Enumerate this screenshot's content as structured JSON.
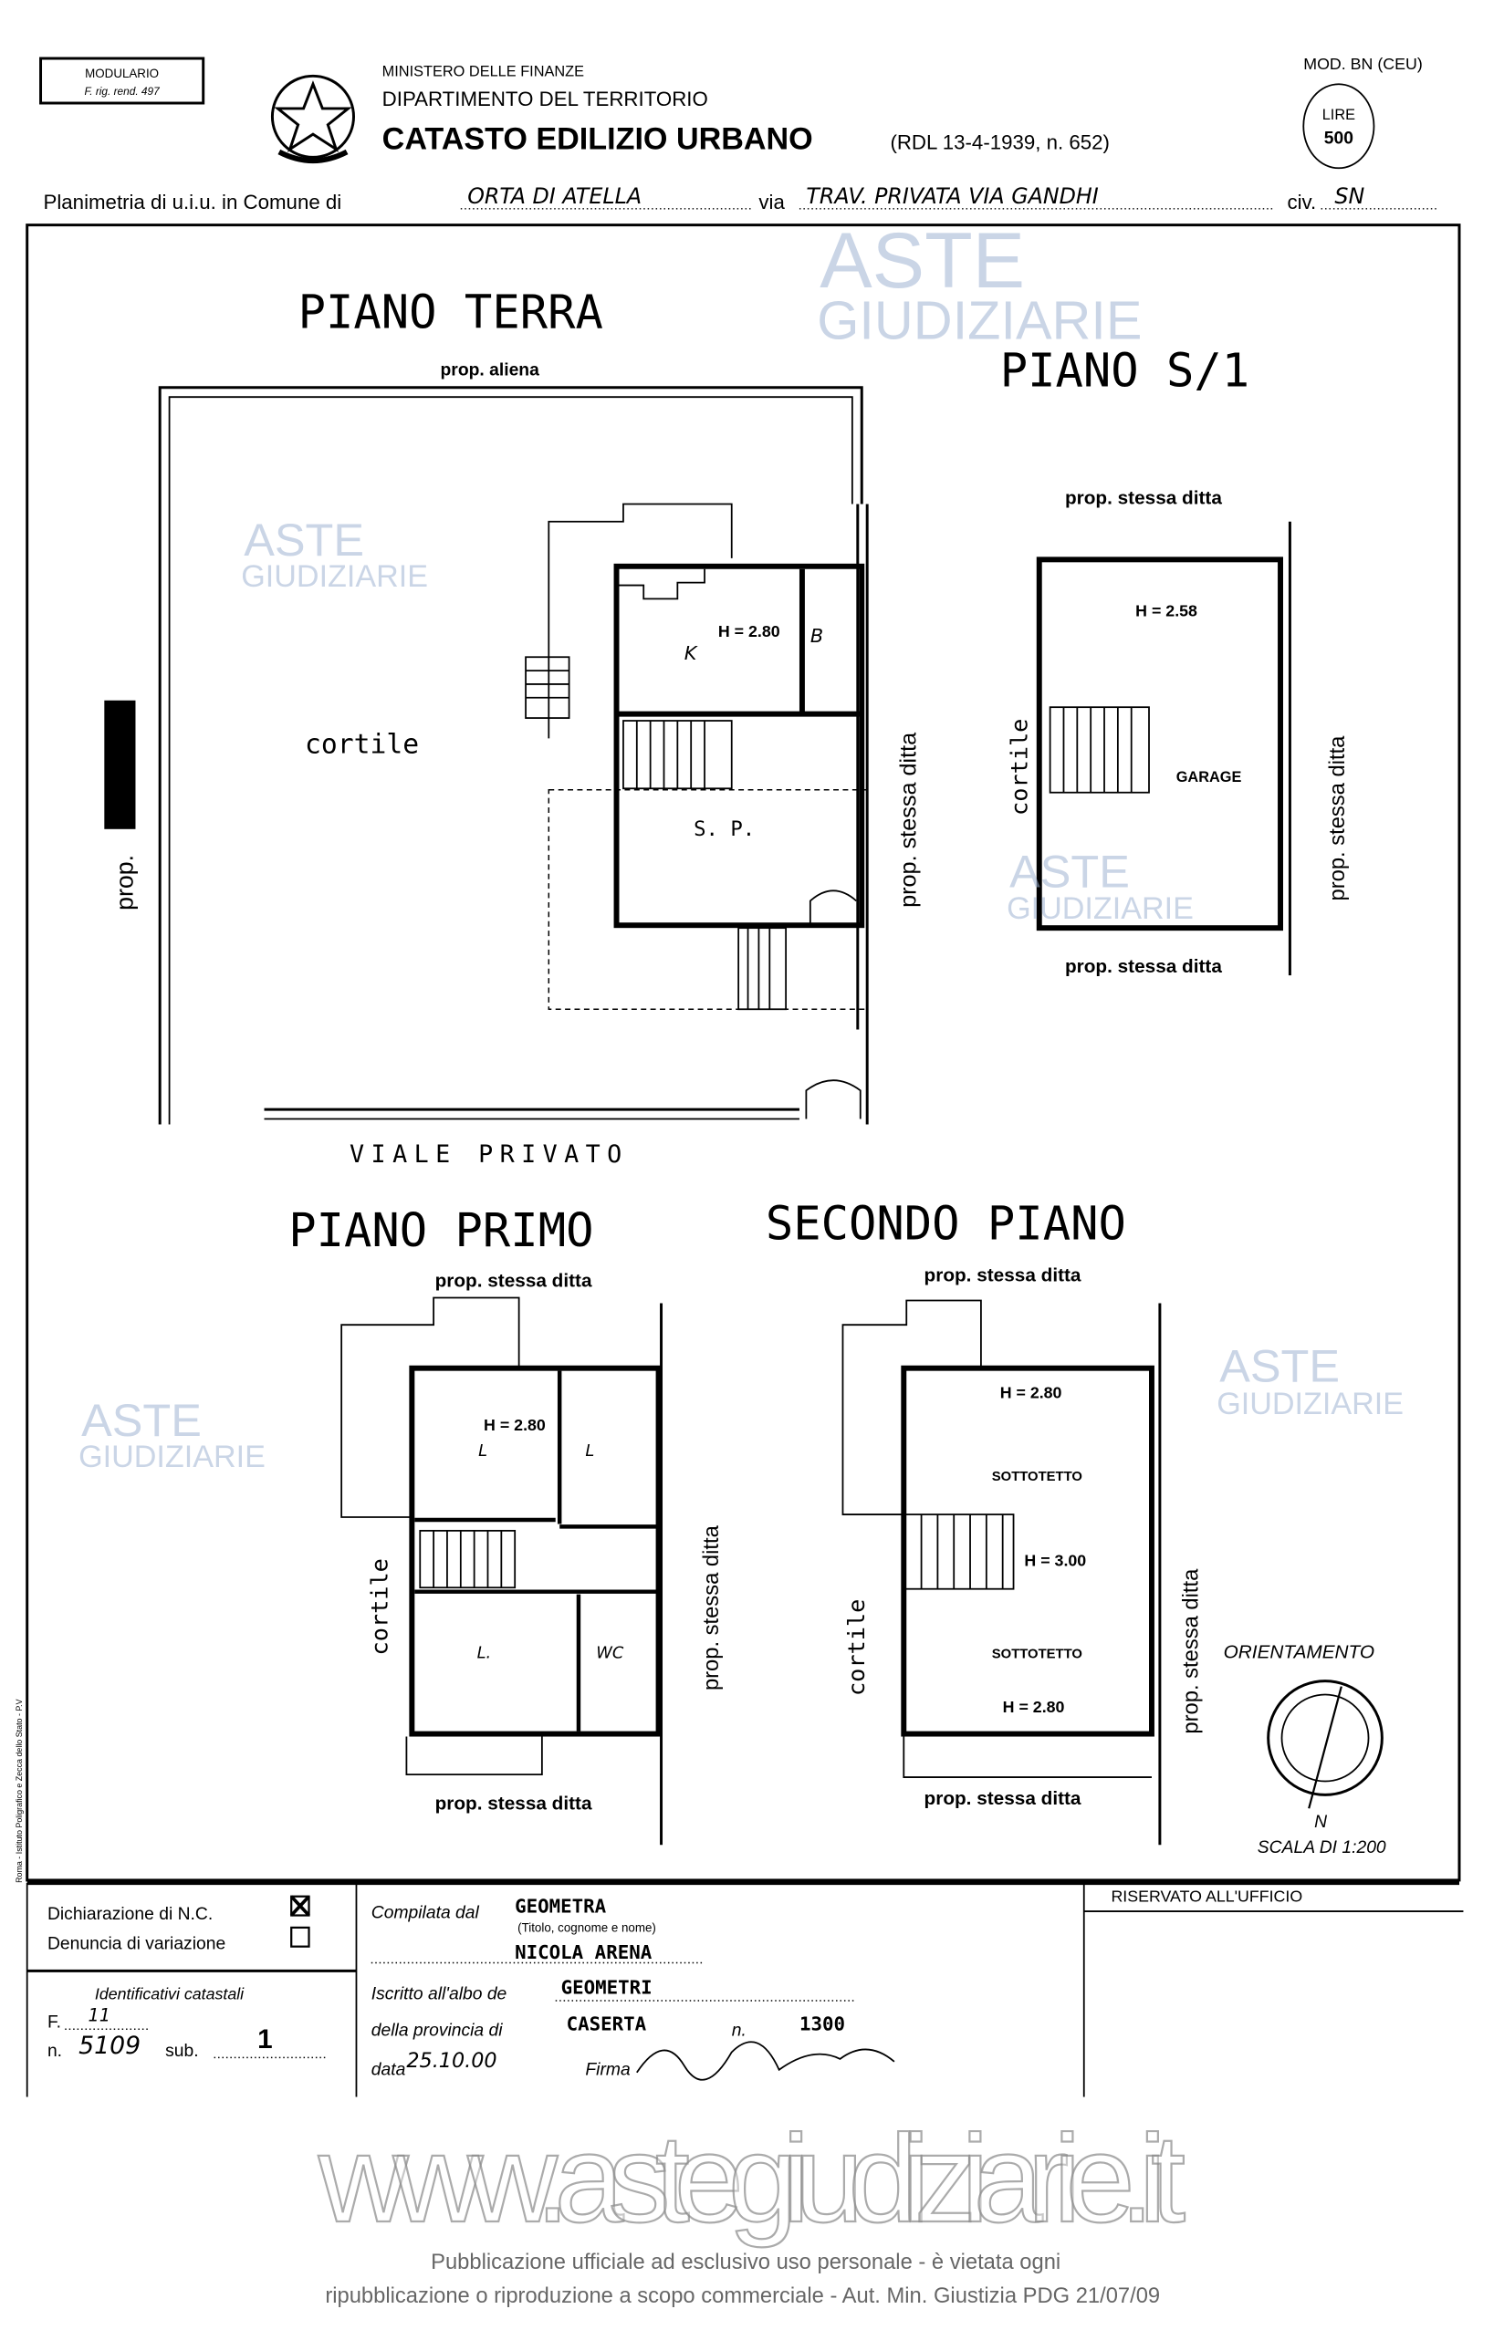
{
  "header": {
    "modulario_line1": "MODULARIO",
    "modulario_line2": "F. rig. rend. 497",
    "ministry": "MINISTERO DELLE FINANZE",
    "department": "DIPARTIMENTO DEL TERRITORIO",
    "title": "CATASTO EDILIZIO URBANO",
    "law_ref": "(RDL 13-4-1939, n. 652)",
    "model": "MOD. BN (CEU)",
    "stamp_label": "LIRE",
    "stamp_value": "500",
    "emblem_icon": "italian-republic-emblem"
  },
  "planimetria": {
    "prefix": "Planimetria di u.i.u. in Comune di",
    "comune": "ORTA DI ATELLA",
    "via_label": "via",
    "via": "TRAV. PRIVATA VIA GANDHI",
    "civ_label": "civ.",
    "civ": "SN"
  },
  "plans": {
    "piano_terra": {
      "title": "PIANO TERRA",
      "top": "prop. aliena",
      "left": "prop.",
      "right": "prop. stessa ditta",
      "bottom": "VIALE PRIVATO",
      "cortile": "cortile",
      "rooms": [
        "K",
        "H = 2.80",
        "B",
        "S. P."
      ]
    },
    "piano_s1": {
      "title": "PIANO S/1",
      "top": "prop. stessa ditta",
      "bottom": "prop. stessa ditta",
      "left": "cortile",
      "right": "prop. stessa ditta",
      "height": "H = 2.58",
      "room": "GARAGE"
    },
    "piano_primo": {
      "title": "PIANO PRIMO",
      "top": "prop. stessa ditta",
      "bottom": "prop. stessa ditta",
      "left": "cortile",
      "right": "prop. stessa ditta",
      "rooms": [
        "H = 2.80",
        "L",
        "L",
        "L.",
        "WC"
      ]
    },
    "secondo_piano": {
      "title": "SECONDO PIANO",
      "top": "prop. stessa ditta",
      "bottom": "prop. stessa ditta",
      "left": "cortile",
      "right": "prop. stessa ditta",
      "rooms": [
        "H = 2.80",
        "SOTTOTETTO",
        "H = 3.00",
        "SOTTOTETTO",
        "H = 2.80"
      ]
    },
    "orientamento": "ORIENTAMENTO",
    "north": "N",
    "scala": "SCALA DI 1:200"
  },
  "side_print": "Roma - Istituto Poligrafico e Zecca dello Stato - P.V",
  "footer": {
    "dichiarazione": "Dichiarazione di N.C.",
    "dichiarazione_checked": true,
    "denuncia": "Denuncia di variazione",
    "denuncia_checked": false,
    "identificativi": "Identificativi catastali",
    "f_label": "F.",
    "f_value": "11",
    "n_label": "n.",
    "n_value": "5109",
    "sub_label": "sub.",
    "sub_value": "1",
    "compilata_label": "Compilata dal",
    "compilata_value": "GEOMETRA",
    "compilata_hint": "(Titolo, cognome e nome)",
    "nome": "NICOLA ARENA",
    "iscritto_label": "Iscritto all'albo de",
    "iscritto_value": "GEOMETRI",
    "provincia_label": "della provincia di",
    "provincia_value": "CASERTA",
    "numero_label": "n.",
    "numero_value": "1300",
    "data_label": "data",
    "data_value": "25.10.00",
    "firma_label": "Firma",
    "riservato": "RISERVATO ALL'UFFICIO"
  },
  "watermarks": {
    "aste1": "ASTE",
    "aste2": "GIUDIZIARIE",
    "site": "www.astegiudiziarie.it",
    "notice1": "Pubblicazione ufficiale ad esclusivo uso personale - è vietata ogni",
    "notice2": "ripubblicazione o riproduzione a scopo commerciale - Aut. Min. Giustizia PDG 21/07/09"
  }
}
